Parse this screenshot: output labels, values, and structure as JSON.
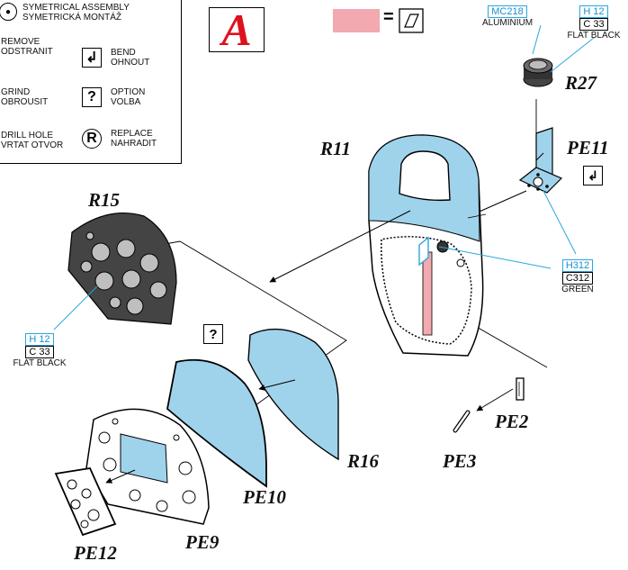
{
  "section_letter": "A",
  "legend": {
    "items": [
      {
        "icon": "symmetrical-assembly-icon",
        "line1": "SYMETRICAL ASSEMBLY",
        "line2": "SYMETRICKÁ MONTÁŽ"
      },
      {
        "icon": "remove-icon",
        "line1": "REMOVE",
        "line2": "ODSTRANIT"
      },
      {
        "icon": "bend-icon",
        "symbol": "↲",
        "line1": "BEND",
        "line2": "OHNOUT"
      },
      {
        "icon": "grind-icon",
        "line1": "GRIND",
        "line2": "OBROUSIT"
      },
      {
        "icon": "option-icon",
        "symbol": "?",
        "line1": "OPTION",
        "line2": "VOLBA"
      },
      {
        "icon": "drill-hole-icon",
        "line1": "DRILL HOLE",
        "line2": "VRTAT OTVOR"
      },
      {
        "icon": "replace-icon",
        "symbol": "R",
        "line1": "REPLACE",
        "line2": "NAHRADIT"
      }
    ]
  },
  "decal_equals": "=",
  "parts": {
    "r27": "R27",
    "pe11": "PE11",
    "r11": "R11",
    "r15": "R15",
    "r16": "R16",
    "pe2": "PE2",
    "pe3": "PE3",
    "pe10": "PE10",
    "pe9": "PE9",
    "pe12": "PE12"
  },
  "paints": {
    "aluminium": {
      "code1": "MC218",
      "name": "ALUMINIUM"
    },
    "flat_black_top": {
      "code1": "H 12",
      "code2": "C 33",
      "name": "FLAT BLACK"
    },
    "green": {
      "code1": "H312",
      "code2": "C312",
      "name": "GREEN"
    },
    "flat_black_left": {
      "code1": "H 12",
      "code2": "C 33",
      "name": "FLAT BLACK"
    }
  },
  "option_symbol": "?",
  "colors": {
    "paint_blue": "#9fd3ec",
    "pink": "#f2a9b0",
    "accent_red": "#e0101e",
    "callout_blue": "#2aa7dd"
  }
}
